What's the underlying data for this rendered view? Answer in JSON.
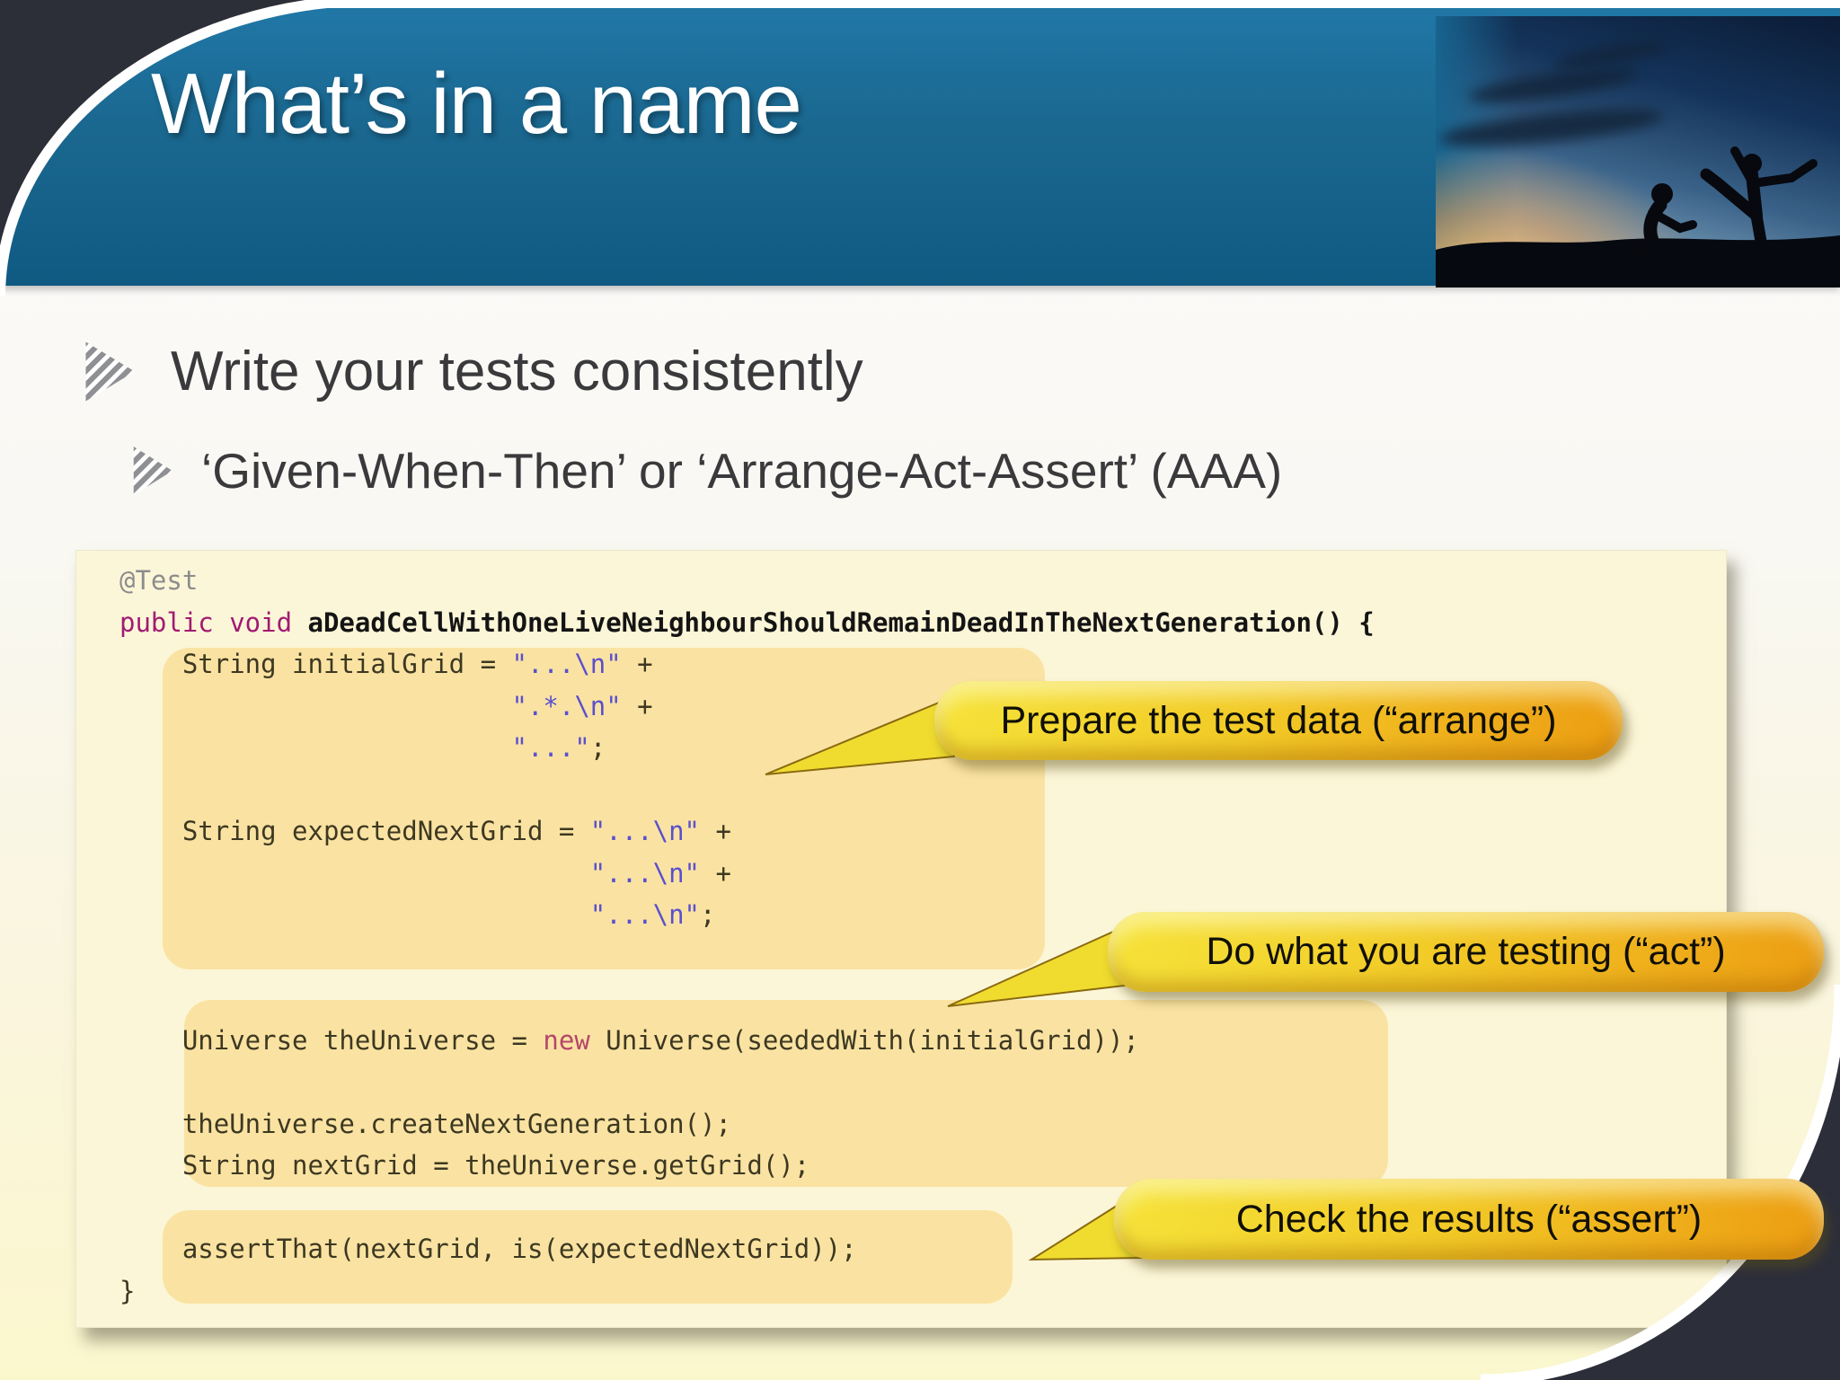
{
  "slide": {
    "title": "What’s in a name"
  },
  "bullets": [
    {
      "text": "Write your tests consistently"
    },
    {
      "text": "‘Given-When-Then’ or ‘Arrange-Act-Assert’ (AAA)"
    }
  ],
  "code": {
    "lines": [
      [
        [
          "gray",
          "@Test"
        ]
      ],
      [
        [
          "kw",
          "public void "
        ],
        [
          "bold",
          "aDeadCellWithOneLiveNeighbourShouldRemainDeadInTheNextGeneration() {"
        ]
      ],
      [
        [
          "plain",
          "    String initialGrid = "
        ],
        [
          "str",
          "\"...\\n\""
        ],
        [
          "plain",
          " +"
        ]
      ],
      [
        [
          "plain",
          "                         "
        ],
        [
          "str",
          "\".*.\\n\""
        ],
        [
          "plain",
          " +"
        ]
      ],
      [
        [
          "plain",
          "                         "
        ],
        [
          "str",
          "\"...\""
        ],
        [
          "plain",
          ";"
        ]
      ],
      [],
      [
        [
          "plain",
          "    String expectedNextGrid = "
        ],
        [
          "str",
          "\"...\\n\""
        ],
        [
          "plain",
          " +"
        ]
      ],
      [
        [
          "plain",
          "                              "
        ],
        [
          "str",
          "\"...\\n\""
        ],
        [
          "plain",
          " +"
        ]
      ],
      [
        [
          "plain",
          "                              "
        ],
        [
          "str",
          "\"...\\n\""
        ],
        [
          "plain",
          ";"
        ]
      ],
      [],
      [],
      [
        [
          "plain",
          "    Universe theUniverse = "
        ],
        [
          "kw2",
          "new"
        ],
        [
          "plain",
          " Universe(seededWith(initialGrid));"
        ]
      ],
      [],
      [
        [
          "plain",
          "    theUniverse.createNextGeneration();"
        ]
      ],
      [
        [
          "plain",
          "    String nextGrid = theUniverse.getGrid();"
        ]
      ],
      [],
      [
        [
          "plain",
          "    assertThat(nextGrid, is(expectedNextGrid));"
        ]
      ],
      [
        [
          "plain",
          "}"
        ]
      ]
    ]
  },
  "callouts": [
    {
      "label": "Prepare the test data (“arrange”)"
    },
    {
      "label": "Do what you are testing (“act”)"
    },
    {
      "label": "Check the results (“assert”)"
    }
  ],
  "colors": {
    "header_blue": "#1a678f",
    "corner_dark": "#2c2e3a",
    "code_panel_bg": "#fcf6d8",
    "code_highlight": "#fae3a2",
    "bubble_orange": "#efae1b",
    "string_literal": "#5b50ce",
    "keyword_magenta": "#a11b72"
  }
}
